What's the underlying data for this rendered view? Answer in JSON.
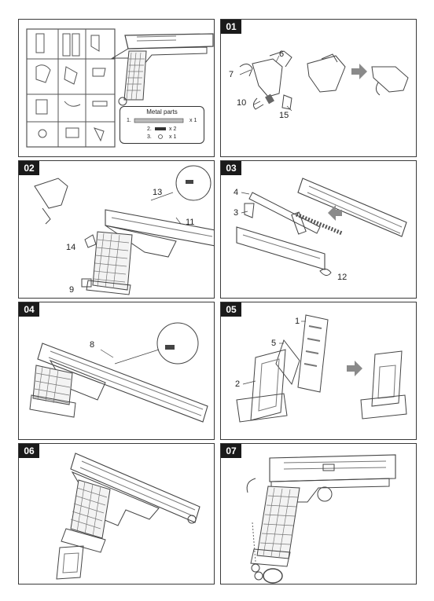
{
  "steps": [
    {
      "badge": "01",
      "callouts": [
        "7",
        "6",
        "10",
        "15"
      ]
    },
    {
      "badge": "02",
      "callouts": [
        "13",
        "11",
        "14",
        "9"
      ]
    },
    {
      "badge": "03",
      "callouts": [
        "4",
        "3",
        "12"
      ]
    },
    {
      "badge": "04",
      "callouts": [
        "8"
      ]
    },
    {
      "badge": "05",
      "callouts": [
        "1",
        "5",
        "2"
      ]
    },
    {
      "badge": "06",
      "callouts": []
    },
    {
      "badge": "07",
      "callouts": []
    }
  ],
  "metal_parts": {
    "title": "Metal parts",
    "rows": [
      {
        "index": "1.",
        "qty": "x 1"
      },
      {
        "index": "2.",
        "qty": "x 2"
      },
      {
        "index": "3.",
        "qty": "x 1"
      }
    ]
  },
  "colors": {
    "border": "#3a3a3a",
    "badge_bg": "#1a1a1a",
    "arrow": "#8a8a8a",
    "line": "#444444"
  }
}
